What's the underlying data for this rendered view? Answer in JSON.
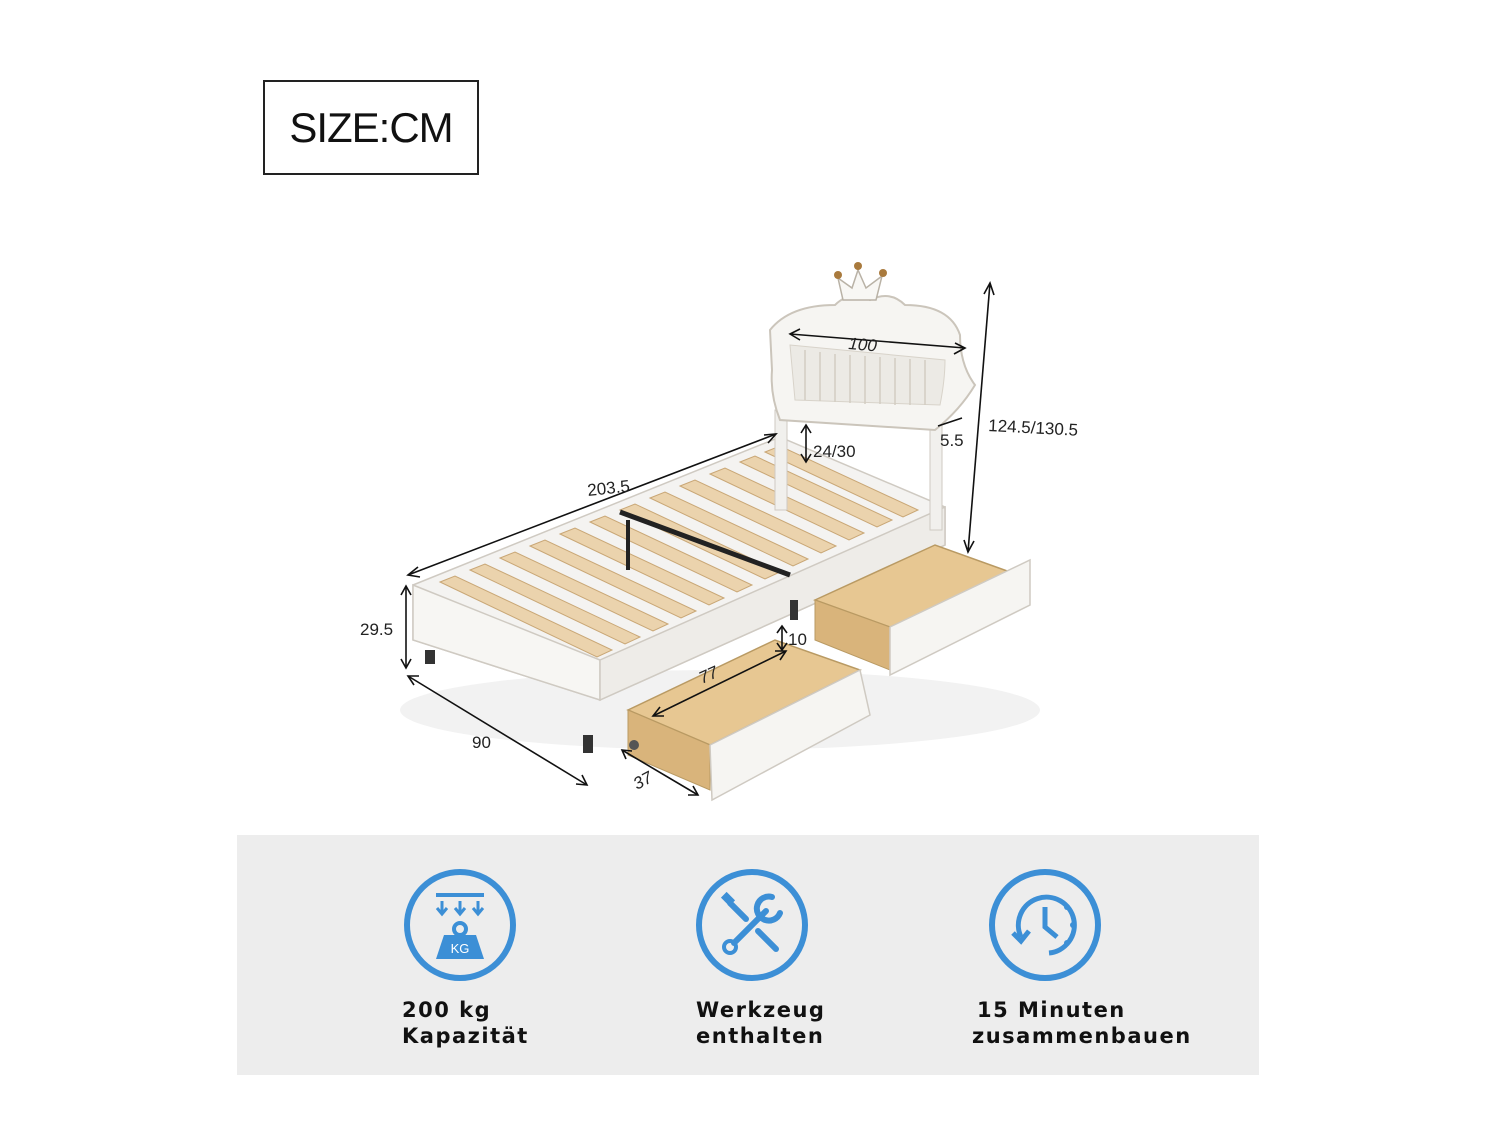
{
  "size_label": "SIZE:CM",
  "dimensions": {
    "headboard_width": "100",
    "total_height": "124.5/130.5",
    "headboard_thickness": "5.5",
    "headboard_gap": "24/30",
    "bed_length": "203.5",
    "side_height": "29.5",
    "bed_width": "90",
    "drawer_length": "77",
    "drawer_depth": "10",
    "drawer_width": "37"
  },
  "features": [
    {
      "icon": "weight-kg-icon",
      "icon_text": "KG",
      "line1": "200 kg",
      "line2": "Kapazität"
    },
    {
      "icon": "tools-icon",
      "line1": "Werkzeug",
      "line2": "enthalten"
    },
    {
      "icon": "clock-icon",
      "line1": "15 Minuten",
      "line2": "zusammenbauen"
    }
  ],
  "colors": {
    "icon_blue": "#3c8fd6",
    "slat_wood": "#e9cfa6",
    "drawer_wood": "#e5c38d",
    "band_bg": "#ededed"
  }
}
